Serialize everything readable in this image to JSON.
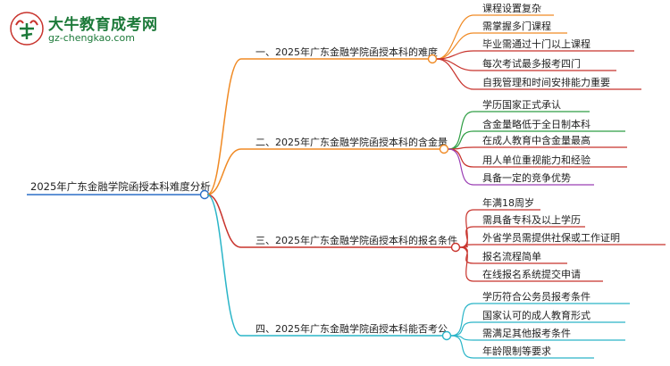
{
  "logo": {
    "title": "大牛教育成考网",
    "url": "gz-chengkao.com"
  },
  "root": "2025年广东金融学院函授本科难度分析",
  "branches": [
    {
      "label": "一、2025年广东金融学院函授本科的难度",
      "color": "#f08a24",
      "children": [
        "课程设置复杂",
        "需掌握多门课程",
        "毕业需通过十门以上课程",
        "每次考试最多报考四门",
        "自我管理和时间安排能力重要"
      ]
    },
    {
      "label": "二、2025年广东金融学院函授本科的含金量",
      "color": "#f08a24",
      "children": [
        "学历国家正式承认",
        "含金量略低于全日制本科",
        "在成人教育中含金量最高",
        "用人单位重视能力和经验",
        "具备一定的竞争优势"
      ]
    },
    {
      "label": "三、2025年广东金融学院函授本科的报名条件",
      "color": "#c8332c",
      "children": [
        "年满18周岁",
        "需具备专科及以上学历",
        "外省学员需提供社保或工作证明",
        "报名流程简单",
        "在线报名系统提交申请"
      ]
    },
    {
      "label": "四、2025年广东金融学院函授本科能否考公",
      "color": "#2ab5c8",
      "children": [
        "学历符合公务员报考条件",
        "国家认可的成人教育形式",
        "需满足其他报考条件",
        "年龄限制等要求"
      ]
    }
  ]
}
